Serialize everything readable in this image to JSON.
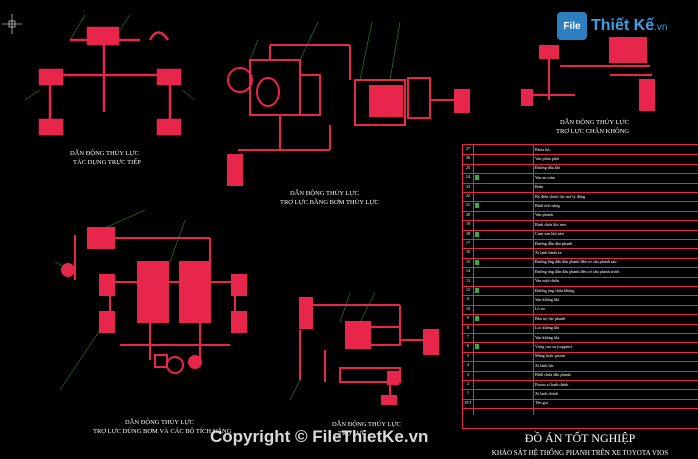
{
  "logo": {
    "badge": "File",
    "name": "Thiết Kế",
    "domain": ".vn"
  },
  "captions": {
    "direct_l1": "DẪN ĐỘNG THỦY LỰC",
    "direct_l2": "TÁC DỤNG TRỰC TIẾP",
    "pump_l1": "DẪN ĐỘNG THỦY LỰC",
    "pump_l2": "TRỢ LỰC BẰNG BƠM THỦY LỰC",
    "vacuum_l1": "DẪN ĐỘNG THỦY LỰC",
    "vacuum_l2": "TRỢ LỰC CHÂN KHÔNG",
    "combo_l1": "DẪN ĐỘNG THỦY LỰC",
    "combo_l2": "TRỢ LỰC DÙNG BƠM VÀ CÁC BỘ TÍCH NĂNG",
    "bottom_l1": "DẪN ĐỘNG THỦY LỰC",
    "bottom_l2": "TRỢ LỰC ... "
  },
  "parts_table": [
    {
      "num": "27",
      "label": "Khóa lực"
    },
    {
      "num": "26",
      "label": "Van phân phối"
    },
    {
      "num": "25",
      "label": "Đường dầu hồi"
    },
    {
      "num": "24",
      "label": "Van an toàn"
    },
    {
      "num": "23",
      "label": "Bơm"
    },
    {
      "num": "22",
      "label": "Bộ điều chỉnh lực mở ly động"
    },
    {
      "num": "21",
      "label": "Bình tích năng"
    },
    {
      "num": "20",
      "label": "Van phanh"
    },
    {
      "num": "19",
      "label": "Bình chứa khí nén"
    },
    {
      "num": "18",
      "label": "Cụm van khí nén"
    },
    {
      "num": "17",
      "label": "Đường dẫn dầu phanh"
    },
    {
      "num": "16",
      "label": "Xi lanh bánh xe"
    },
    {
      "num": "15",
      "label": "Đường ống dẫn dầu phanh đến cơ cấu phanh sau"
    },
    {
      "num": "14",
      "label": "Đường ống dẫn dầu phanh đến cơ cấu phanh trước"
    },
    {
      "num": "13",
      "label": "Van một chiều"
    },
    {
      "num": "12",
      "label": "Đường ống chân không"
    },
    {
      "num": "11",
      "label": "Van không khí"
    },
    {
      "num": "10",
      "label": "Lò xo"
    },
    {
      "num": "9",
      "label": "Bầu trợ lực phanh"
    },
    {
      "num": "8",
      "label": "Lọc không khí"
    },
    {
      "num": "7",
      "label": "Van không khí"
    },
    {
      "num": "6",
      "label": "Vòng cao su (cuppen)"
    },
    {
      "num": "5",
      "label": "Màng hoặc piston"
    },
    {
      "num": "4",
      "label": "Xi lanh lực"
    },
    {
      "num": "3",
      "label": "Bình chứa dầu phanh"
    },
    {
      "num": "2",
      "label": "Piston xi lanh chính"
    },
    {
      "num": "1",
      "label": "Xi lanh chính"
    },
    {
      "num": "STT",
      "label": "Tên gọi"
    }
  ],
  "title_block": {
    "title": "ĐỒ ÁN TỐT NGHIỆP",
    "subtitle": "KHẢO SÁT HỆ THỐNG PHANH TRÊN XE TOYOTA VIOS"
  },
  "watermark": "Copyright © FileThietKe.vn",
  "colors": {
    "background": "#000000",
    "line_red": "#e8254a",
    "leader_green": "#2cb04a",
    "text": "#ffffff",
    "logo_blue": "#3aa0e8"
  }
}
